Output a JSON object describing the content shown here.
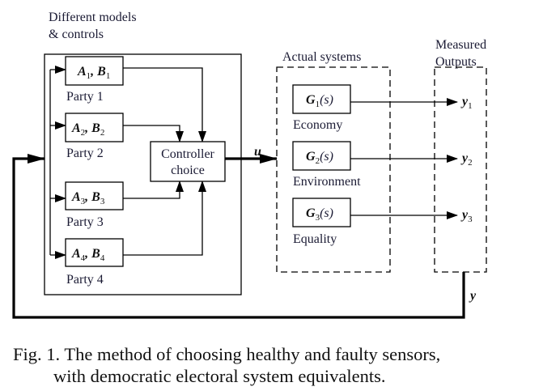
{
  "title_group": {
    "line1": "Different models",
    "line2": "& controls"
  },
  "parties": [
    {
      "model_A": "A",
      "model_B": "B",
      "index": "1",
      "label": "Party 1"
    },
    {
      "model_A": "A",
      "model_B": "B",
      "index": "2",
      "label": "Party 2"
    },
    {
      "model_A": "A",
      "model_B": "B",
      "index": "3",
      "label": "Party 3"
    },
    {
      "model_A": "A",
      "model_B": "B",
      "index": "4",
      "label": "Party 4"
    }
  ],
  "controller": {
    "line1": "Controller",
    "line2": "choice"
  },
  "control_signal": "u",
  "actual_systems": {
    "title": "Actual systems",
    "systems": [
      {
        "G": "G",
        "index": "1",
        "arg": "(s)",
        "label": "Economy"
      },
      {
        "G": "G",
        "index": "2",
        "arg": "(s)",
        "label": "Environment"
      },
      {
        "G": "G",
        "index": "3",
        "arg": "(s)",
        "label": "Equality"
      }
    ]
  },
  "measured_outputs": {
    "title_line1": "Measured",
    "title_line2": "Outputs",
    "outputs": [
      {
        "symbol": "y",
        "index": "1"
      },
      {
        "symbol": "y",
        "index": "2"
      },
      {
        "symbol": "y",
        "index": "3"
      }
    ]
  },
  "feedback_signal": "y",
  "caption": {
    "line1": "Fig. 1. The method of choosing healthy and faulty sensors,",
    "line2": "with democratic electoral system equivalents."
  }
}
